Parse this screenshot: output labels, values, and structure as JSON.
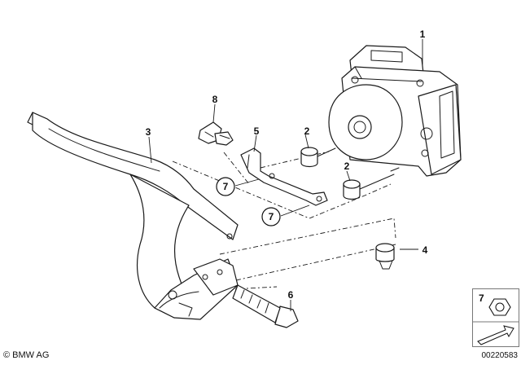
{
  "labels": {
    "abs_unit": "1",
    "rubber_mount_a": "2",
    "rubber_mount_b": "2",
    "bracket": "3",
    "mount_cap": "4",
    "support_plate": "5",
    "bolt": "6",
    "nut_a": "7",
    "nut_b": "7",
    "clip": "8"
  },
  "legend": {
    "number": "7"
  },
  "copyright": "© BMW AG",
  "doc_number": "00220583"
}
